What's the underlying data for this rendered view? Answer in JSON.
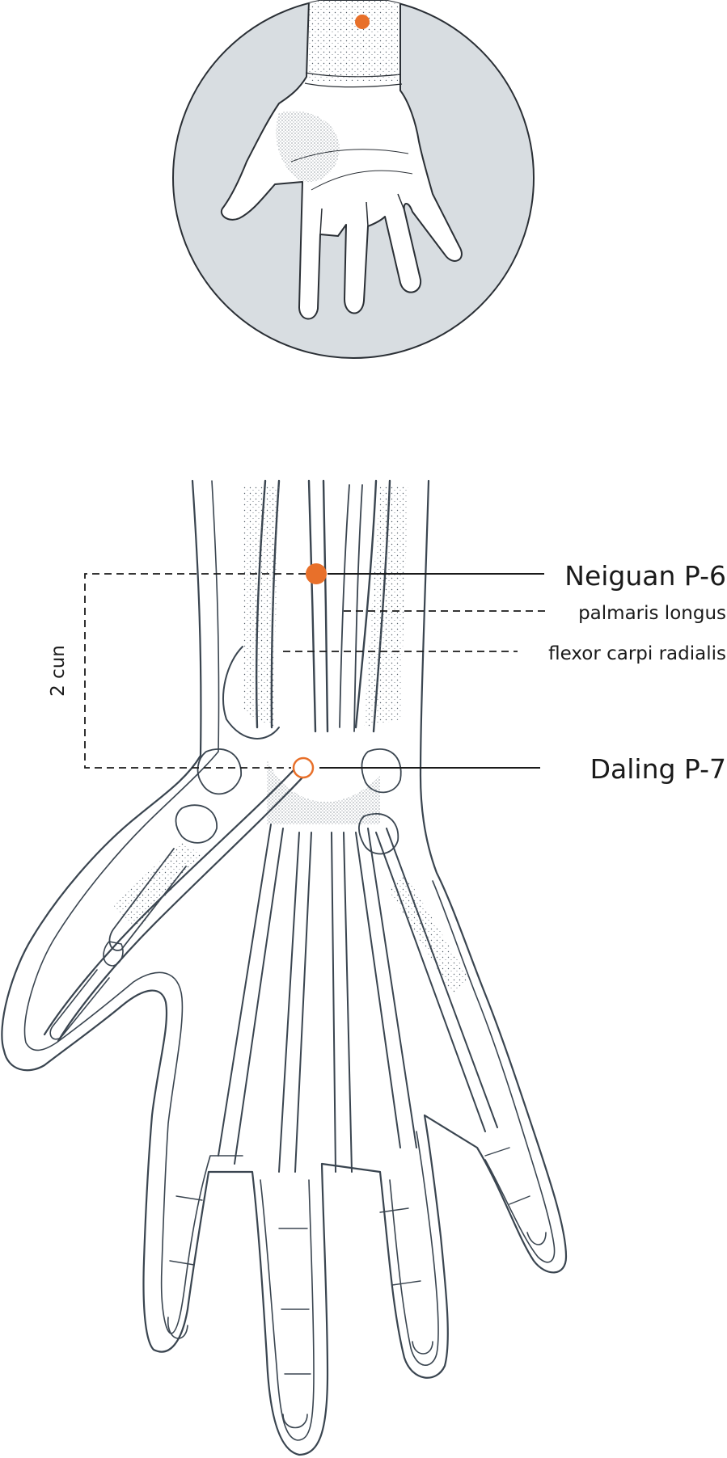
{
  "labels": {
    "neiguan": "Neiguan P-6",
    "palmaris": "palmaris longus",
    "flexor": "flexor carpi radialis",
    "daling": "Daling P-7",
    "distance": "2 cun"
  },
  "points": [
    {
      "name": "Neiguan P-6",
      "style": "filled"
    },
    {
      "name": "Daling P-7",
      "style": "open"
    }
  ],
  "colors": {
    "point": "#e8702a",
    "line": "#3a4550",
    "inset_bg": "#d8dde1",
    "text": "#1a1a1a"
  }
}
